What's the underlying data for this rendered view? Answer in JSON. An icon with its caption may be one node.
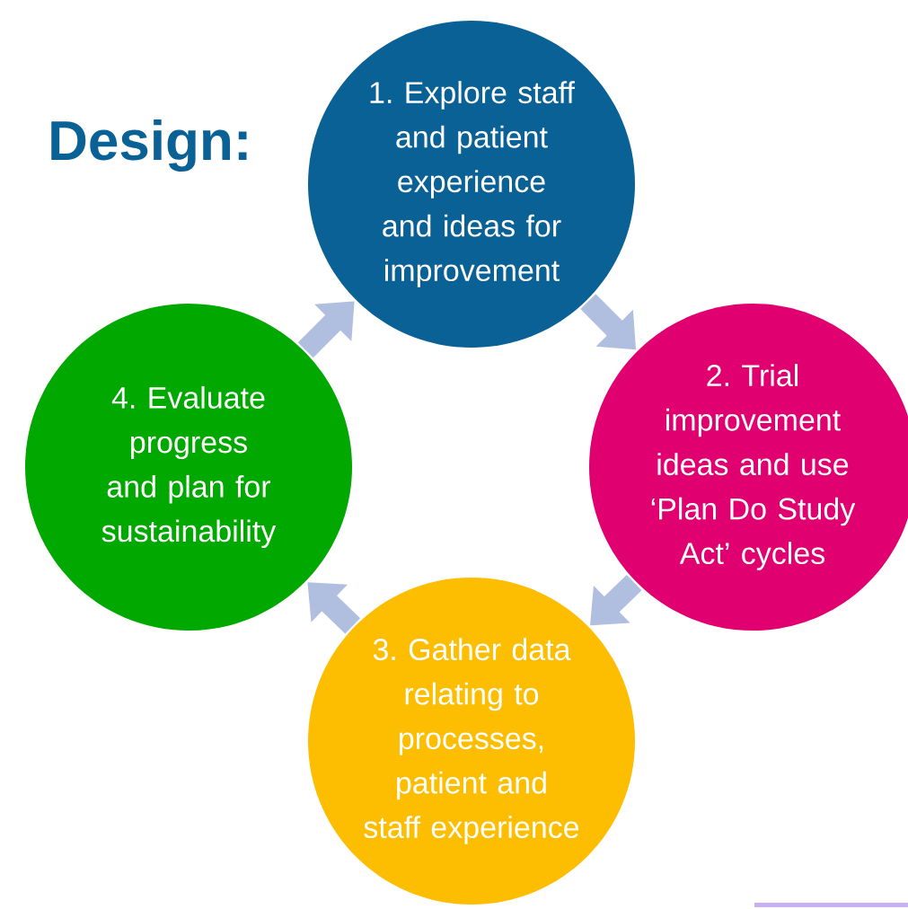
{
  "diagram": {
    "title": "Design:",
    "nodes": [
      {
        "text": [
          "1. Explore staff and patient experience and ideas for improvement"
        ]
      },
      {
        "text": [
          "2. Trial improvement ideas and use ‘Plan Do Study Act’ cycles"
        ]
      },
      {
        "text": [
          "3. Gather data relating to processes, patient and staff experience"
        ]
      },
      {
        "text": [
          "4. Evaluate progress and plan for sustainability"
        ]
      }
    ],
    "edges": [
      {
        "from": 0,
        "to": 1,
        "arrow": "to"
      },
      {
        "from": 1,
        "to": 2,
        "arrow": "to"
      },
      {
        "from": 2,
        "to": 3,
        "arrow": "to"
      },
      {
        "from": 3,
        "to": 0,
        "arrow": "to"
      }
    ]
  }
}
